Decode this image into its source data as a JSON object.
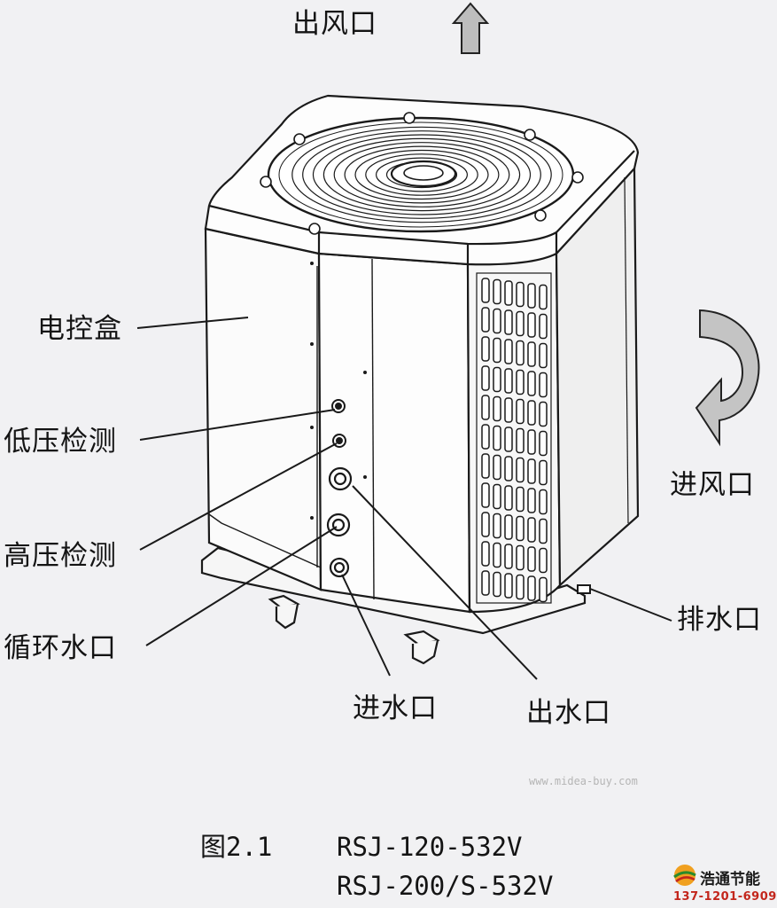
{
  "labels": {
    "air_outlet": "出风口",
    "control_box": "电控盒",
    "low_pressure": "低压检测",
    "high_pressure": "高压检测",
    "circulation_port": "循环水口",
    "water_inlet": "进水口",
    "water_outlet": "出水口",
    "air_inlet": "进风口",
    "drain": "排水口"
  },
  "caption": {
    "figure": "图2.1",
    "model_1": "RSJ-120-532V",
    "model_2": "RSJ-200/S-532V"
  },
  "watermark": "www.midea-buy.com",
  "logo": {
    "name": "浩通节能",
    "phone": "137-1201-6909"
  },
  "colors": {
    "background": "#f1f1f3",
    "line": "#1a1a1a",
    "arrow_fill": "#b9b9b9",
    "phone": "#c3261c"
  }
}
